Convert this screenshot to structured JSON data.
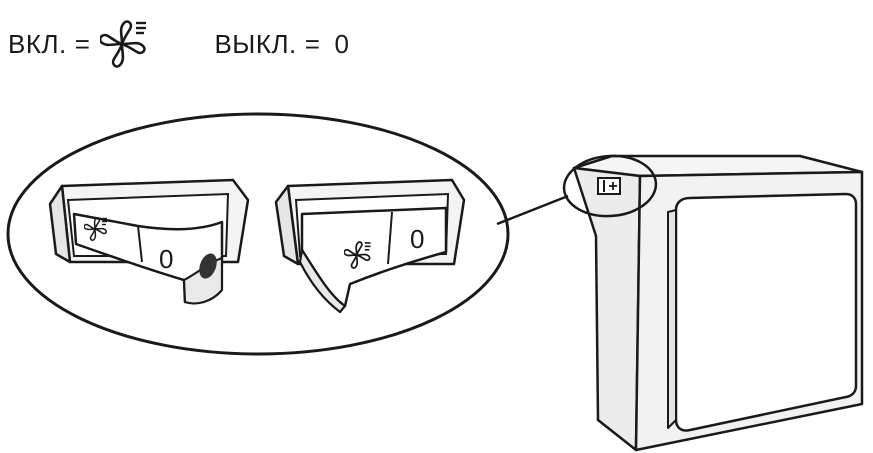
{
  "legend": {
    "on_label": "ВКЛ.",
    "off_label": "ВЫКЛ.",
    "equals": "=",
    "on_symbol_icon": "fan-icon",
    "off_symbol": "0"
  },
  "callout": {
    "switch_left": {
      "state": "on",
      "icon": "fan-icon",
      "off_mark": "0"
    },
    "switch_right": {
      "state": "off",
      "icon": "fan-icon",
      "off_mark": "0"
    }
  },
  "colors": {
    "line": "#1a1a1a",
    "panel_fill": "#f2f2f2",
    "switch_fill": "#ffffff",
    "indicator": "#333333"
  }
}
